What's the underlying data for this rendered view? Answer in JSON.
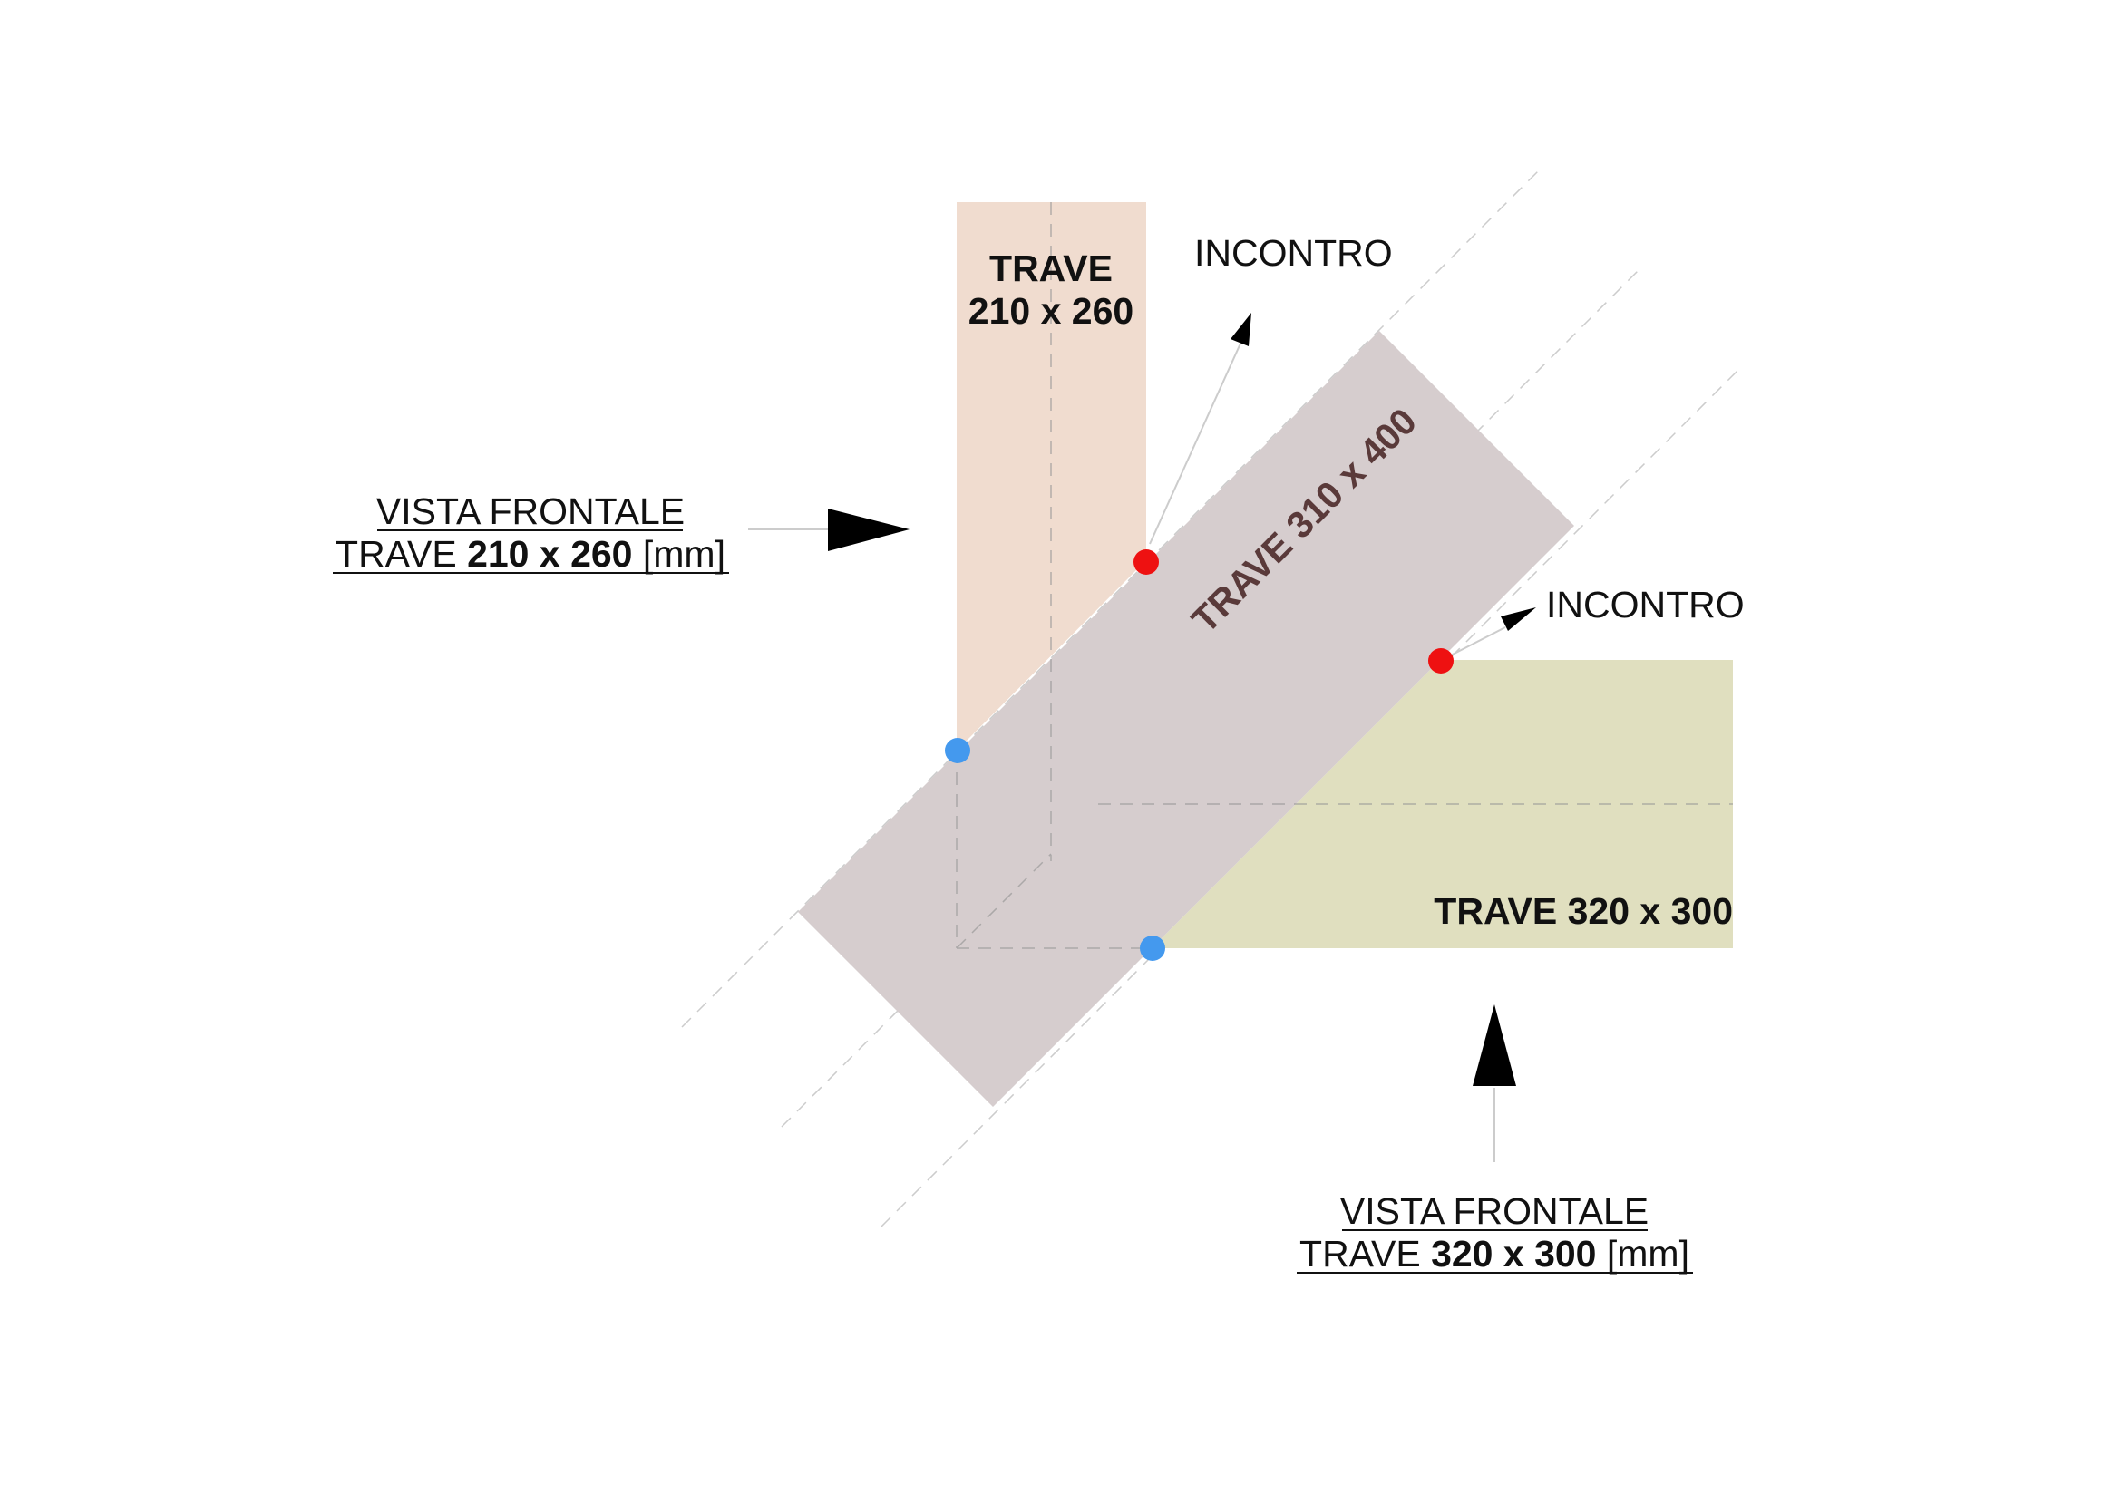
{
  "colors": {
    "beam_vertical": "#f0dccf",
    "beam_diagonal": "#d6cdce",
    "beam_horizontal": "#e0dfbf",
    "diagonal_text": "#5a3a3a",
    "point_red": "#ee1111",
    "point_blue": "#4499ee",
    "guide_line": "#cccccc"
  },
  "beams": {
    "vertical": {
      "line1": "TRAVE",
      "line2": "210 x 260"
    },
    "diagonal": {
      "label": "TRAVE 310 x 400"
    },
    "horizontal": {
      "label": "TRAVE 320 x 300"
    }
  },
  "annotations": {
    "incontro_top": "INCONTRO",
    "incontro_right": "INCONTRO"
  },
  "view_left": {
    "line1": "VISTA FRONTALE",
    "prefix": "TRAVE ",
    "dims": "210 x 260",
    "unit": " [mm]"
  },
  "view_bottom": {
    "line1": "VISTA FRONTALE",
    "prefix": "TRAVE ",
    "dims": "320 x 300",
    "unit": " [mm]"
  },
  "icons": {
    "arrow_left_view": "arrow-right-icon",
    "arrow_bottom_view": "arrow-up-icon",
    "incontro_arrow": "arrow-icon"
  }
}
